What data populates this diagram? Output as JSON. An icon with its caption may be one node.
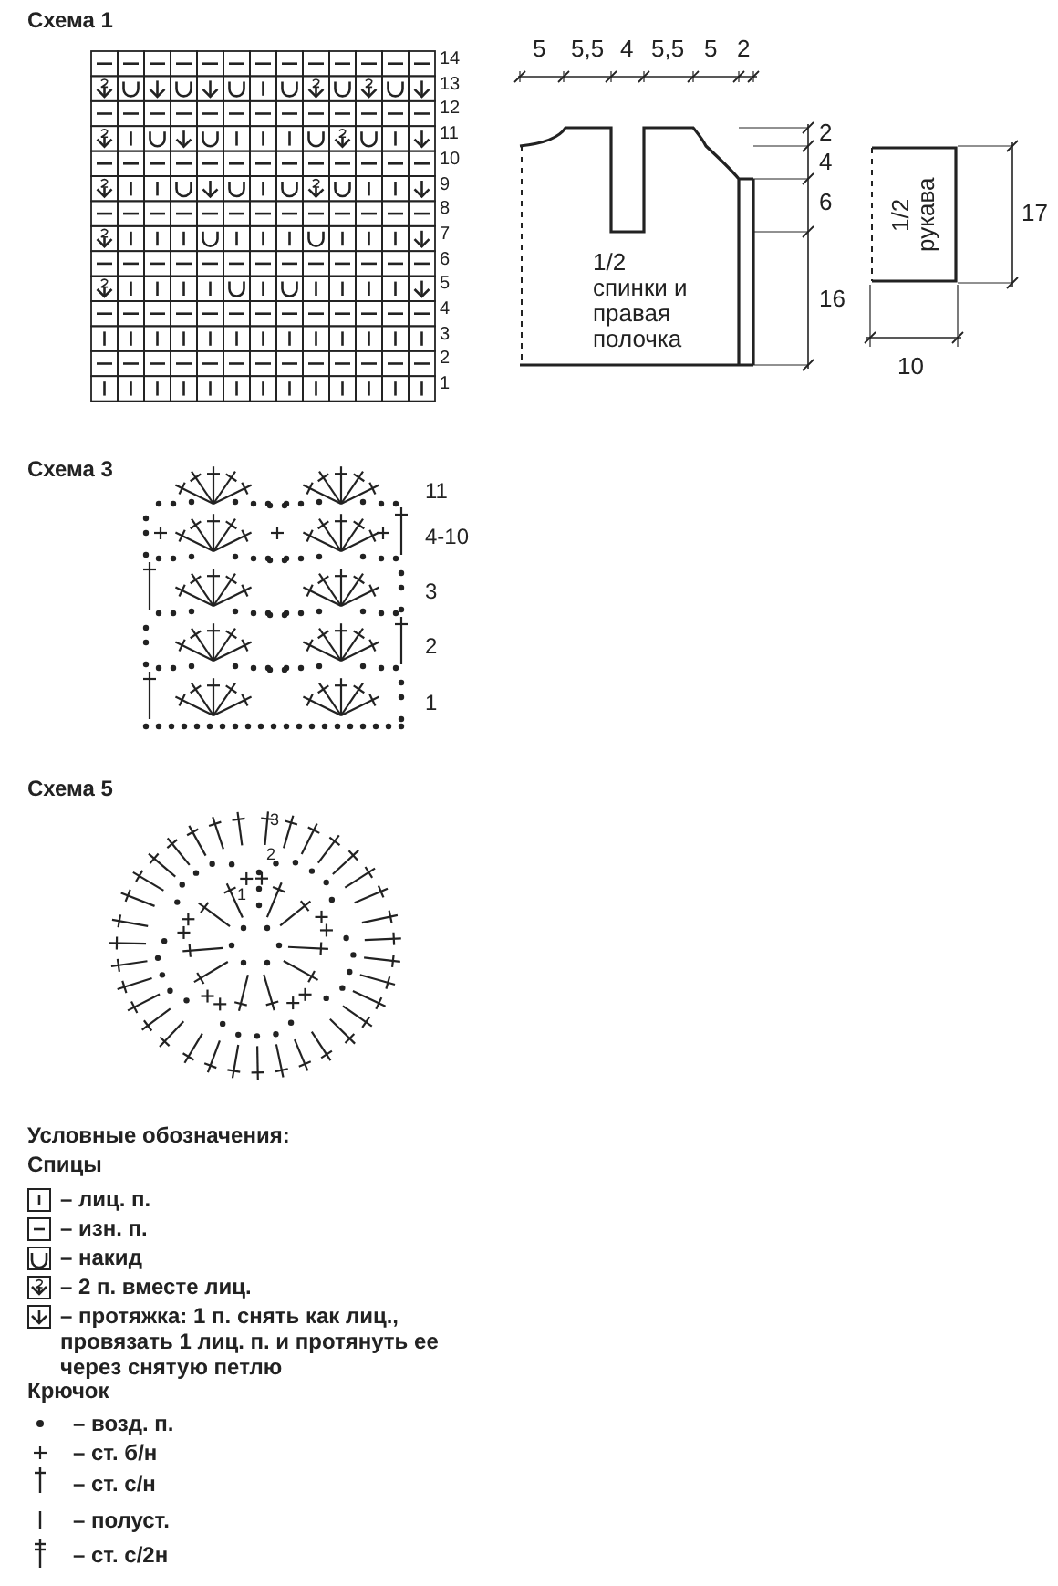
{
  "diagram": {
    "nodes": [
      {
        "text": [
          "1/2 спинки и правая полочка"
        ]
      },
      {
        "text": [
          "1/2 рукава"
        ]
      }
    ],
    "labels": [
      "Схема 1",
      "14",
      "13",
      "12",
      "11",
      "10",
      "9",
      "8",
      "7",
      "6",
      "5",
      "4",
      "3",
      "2",
      "1",
      "5",
      "5,5",
      "4",
      "5,5",
      "5",
      "2",
      "2",
      "4",
      "6",
      "16",
      "17",
      "10",
      "Схема 3",
      "11",
      "4-10",
      "3",
      "2",
      "1",
      "Схема 5",
      "3",
      "2",
      "1",
      "Условные обозначения:",
      "Спицы",
      "Крючок"
    ],
    "legend": [
      {
        "text": "– лиц. п."
      },
      {
        "text": "– изн. п."
      },
      {
        "text": "– накид"
      },
      {
        "text": "– 2 п. вместе лиц."
      },
      {
        "text": "– протяжка: 1 п. снять как лиц., провязать 1 лиц. п. и протянуть ее через снятую петлю"
      },
      {
        "text": "– возд. п."
      },
      {
        "text": "– ст. б/н"
      },
      {
        "text": "– ст. с/н"
      },
      {
        "text": "– полуст."
      },
      {
        "text": "– ст. с/2н"
      }
    ]
  }
}
